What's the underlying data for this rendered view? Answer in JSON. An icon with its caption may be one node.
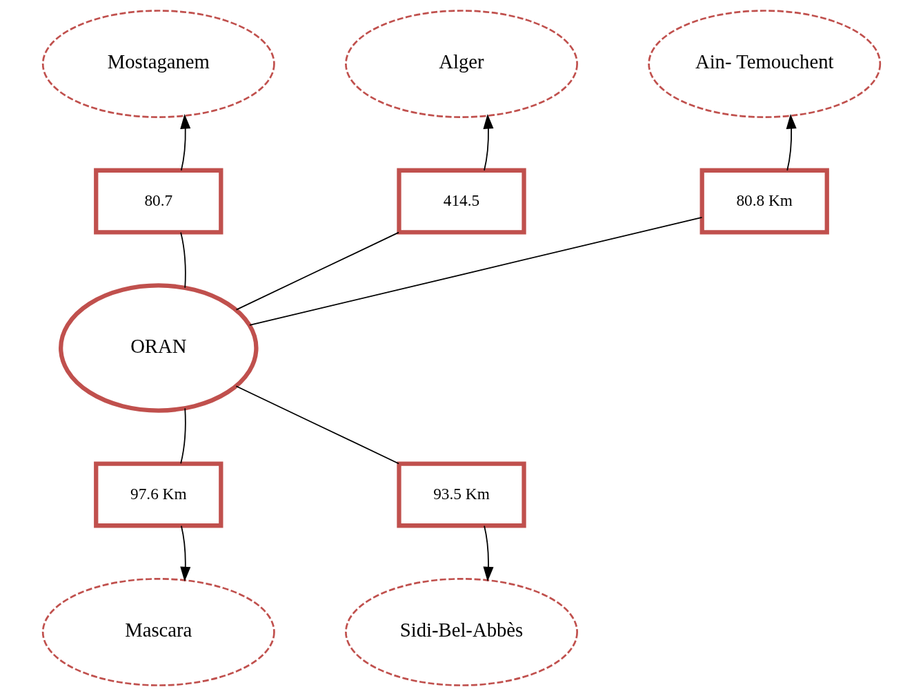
{
  "diagram": {
    "nodes": [
      {
        "text": [
          "Mostaganem"
        ]
      },
      {
        "text": [
          "Alger"
        ]
      },
      {
        "text": [
          "Ain- Temouchent"
        ]
      },
      {
        "text": [
          "80.7"
        ]
      },
      {
        "text": [
          "414.5"
        ]
      },
      {
        "text": [
          "80.8 Km"
        ]
      },
      {
        "text": [
          "ORAN"
        ]
      },
      {
        "text": [
          "97.6 Km"
        ]
      },
      {
        "text": [
          "93.5 Km"
        ]
      },
      {
        "text": [
          "Mascara"
        ]
      },
      {
        "text": [
          "Sidi-Bel-Abbès"
        ]
      }
    ],
    "edges": [
      {
        "from": 6,
        "to": 3,
        "arrow": "none"
      },
      {
        "from": 3,
        "to": 0,
        "arrow": "to"
      },
      {
        "from": 6,
        "to": 4,
        "arrow": "none"
      },
      {
        "from": 4,
        "to": 1,
        "arrow": "to"
      },
      {
        "from": 6,
        "to": 5,
        "arrow": "none"
      },
      {
        "from": 5,
        "to": 2,
        "arrow": "to"
      },
      {
        "from": 6,
        "to": 7,
        "arrow": "none"
      },
      {
        "from": 7,
        "to": 9,
        "arrow": "to"
      },
      {
        "from": 6,
        "to": 8,
        "arrow": "none"
      },
      {
        "from": 8,
        "to": 10,
        "arrow": "to"
      }
    ]
  }
}
